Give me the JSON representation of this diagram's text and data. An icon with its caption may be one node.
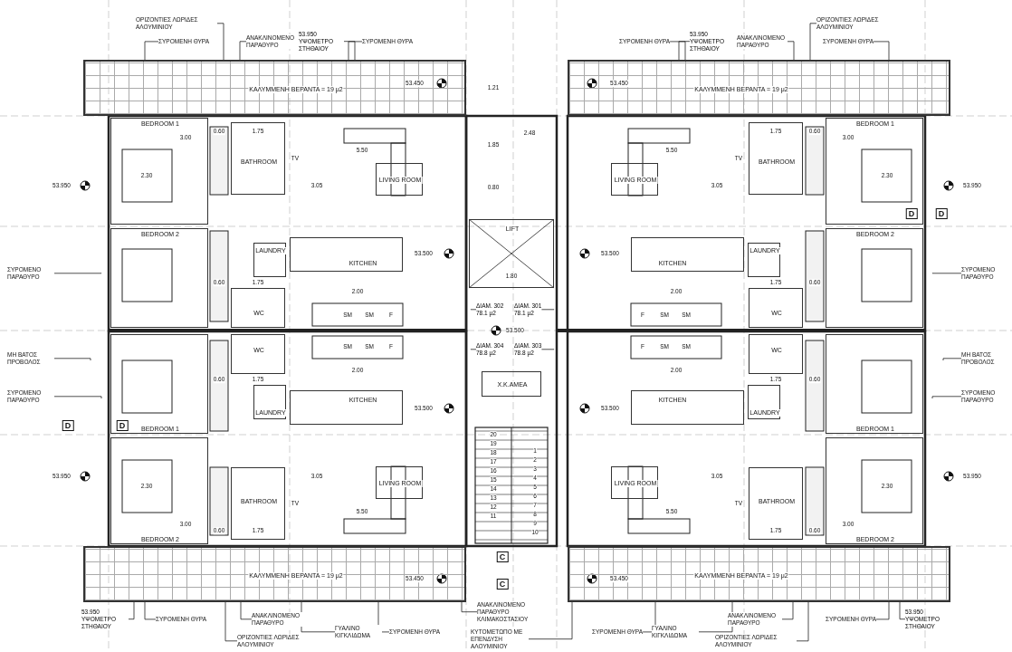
{
  "diagram": {
    "nodes": [
      {
        "text": [
          "ΚΑΛΥΜΜΕΝΗ ΒΕΡΑΝΤΑ = 19 μ2"
        ]
      },
      {
        "text": [
          "BEDROOM 1"
        ]
      },
      {
        "text": [
          "BATHROOM"
        ]
      },
      {
        "text": [
          "LIVING ROOM"
        ]
      },
      {
        "text": [
          "BEDROOM 2"
        ]
      },
      {
        "text": [
          "LAUNDRY"
        ]
      },
      {
        "text": [
          "WC"
        ]
      },
      {
        "text": [
          "KITCHEN"
        ]
      },
      {
        "text": [
          "ΟΡΙΖΟΝΤΙΕΣ ΛΩΡΙΔΕΣ ΑΛΟΥΜΙΝΙΟΥ"
        ]
      },
      {
        "text": [
          "ΣΥΡΟΜΕΝΗ ΘΥΡΑ"
        ]
      },
      {
        "text": [
          "ΑΝΑΚΛΙΝΟΜΕΝΟ ΠΑΡΑΘΥΡΟ"
        ]
      },
      {
        "text": [
          "53.950",
          "ΥΨΟΜΕΤΡΟ ΣΤΗΘΑΙΟΥ"
        ]
      },
      {
        "text": [
          "ΣΥΡΟΜΕΝΗ ΘΥΡΑ"
        ]
      },
      {
        "text": [
          "ΚΑΛΥΜΜΕΝΗ ΒΕΡΑΝΤΑ = 19 μ2"
        ]
      },
      {
        "text": [
          "BEDROOM 1"
        ]
      },
      {
        "text": [
          "BATHROOM"
        ]
      },
      {
        "text": [
          "LIVING ROOM"
        ]
      },
      {
        "text": [
          "BEDROOM 2"
        ]
      },
      {
        "text": [
          "LAUNDRY"
        ]
      },
      {
        "text": [
          "WC"
        ]
      },
      {
        "text": [
          "KITCHEN"
        ]
      },
      {
        "text": [
          "ΟΡΙΖΟΝΤΙΕΣ ΛΩΡΙΔΕΣ ΑΛΟΥΜΙΝΙΟΥ"
        ]
      },
      {
        "text": [
          "ΣΥΡΟΜΕΝΗ ΘΥΡΑ"
        ]
      },
      {
        "text": [
          "ΑΝΑΚΛΙΝΟΜΕΝΟ ΠΑΡΑΘΥΡΟ"
        ]
      },
      {
        "text": [
          "53.950",
          "ΥΨΟΜΕΤΡΟ ΣΤΗΘΑΙΟΥ"
        ]
      },
      {
        "text": [
          "ΣΥΡΟΜΕΝΗ ΘΥΡΑ"
        ]
      },
      {
        "text": [
          "ΚΑΛΥΜΜΕΝΗ ΒΕΡΑΝΤΑ = 19 μ2"
        ]
      },
      {
        "text": [
          "BEDROOM 2"
        ]
      },
      {
        "text": [
          "BATHROOM"
        ]
      },
      {
        "text": [
          "LIVING ROOM"
        ]
      },
      {
        "text": [
          "BEDROOM 1"
        ]
      },
      {
        "text": [
          "LAUNDRY"
        ]
      },
      {
        "text": [
          "WC"
        ]
      },
      {
        "text": [
          "KITCHEN"
        ]
      },
      {
        "text": [
          "ΣΥΡΟΜΕΝΗ ΘΥΡΑ"
        ]
      },
      {
        "text": [
          "ΑΝΑΚΛΙΝΟΜΕΝΟ ΠΑΡΑΘΥΡΟ"
        ]
      },
      {
        "text": [
          "53.950",
          "ΥΨΟΜΕΤΡΟ ΣΤΗΘΑΙΟΥ"
        ]
      },
      {
        "text": [
          "ΓΥΑΛΙΝΟ ΚΙΓΚΛΙΔΩΜΑ"
        ]
      },
      {
        "text": [
          "ΣΥΡΟΜΕΝΗ ΘΥΡΑ"
        ]
      },
      {
        "text": [
          "ΟΡΙΖΟΝΤΙΕΣ ΛΩΡΙΔΕΣ ΑΛΟΥΜΙΝΙΟΥ"
        ]
      },
      {
        "text": [
          "ΚΑΛΥΜΜΕΝΗ ΒΕΡΑΝΤΑ = 19 μ2"
        ]
      },
      {
        "text": [
          "BEDROOM 2"
        ]
      },
      {
        "text": [
          "BATHROOM"
        ]
      },
      {
        "text": [
          "LIVING ROOM"
        ]
      },
      {
        "text": [
          "BEDROOM 1"
        ]
      },
      {
        "text": [
          "LAUNDRY"
        ]
      },
      {
        "text": [
          "WC"
        ]
      },
      {
        "text": [
          "KITCHEN"
        ]
      },
      {
        "text": [
          "ΣΥΡΟΜΕΝΗ ΘΥΡΑ"
        ]
      },
      {
        "text": [
          "ΑΝΑΚΛΙΝΟΜΕΝΟ ΠΑΡΑΘΥΡΟ"
        ]
      },
      {
        "text": [
          "53.950",
          "ΥΨΟΜΕΤΡΟ ΣΤΗΘΑΙΟΥ"
        ]
      },
      {
        "text": [
          "ΓΥΑΛΙΝΟ ΚΙΓΚΛΙΔΩΜΑ"
        ]
      },
      {
        "text": [
          "ΣΥΡΟΜΕΝΗ ΘΥΡΑ"
        ]
      },
      {
        "text": [
          "ΟΡΙΖΟΝΤΙΕΣ ΛΩΡΙΔΕΣ ΑΛΟΥΜΙΝΙΟΥ"
        ]
      },
      {
        "text": [
          "LIFT"
        ]
      },
      {
        "text": [
          "Χ.Κ.ΑΜΕΑ"
        ]
      },
      {
        "text": [
          "ΔΙΑΜ. 302",
          "78.1 μ2"
        ]
      },
      {
        "text": [
          "ΔΙΑΜ. 301",
          "78.1 μ2"
        ]
      },
      {
        "text": [
          "ΔΙΑΜ. 304",
          "78.8 μ2"
        ]
      },
      {
        "text": [
          "ΔΙΑΜ. 303",
          "78.8 μ2"
        ]
      },
      {
        "text": [
          "ΣΥΡΟΜΕΝΟ ΠΑΡΑΘΥΡΟ"
        ]
      },
      {
        "text": [
          "ΜΗ ΒΑΤΟΣ ΠΡΟΒΟΛΟΣ"
        ]
      },
      {
        "text": [
          "ΣΥΡΟΜΕΝΟ ΠΑΡΑΘΥΡΟ"
        ]
      },
      {
        "text": [
          "ΣΥΡΟΜΕΝΟ ΠΑΡΑΘΥΡΟ"
        ]
      },
      {
        "text": [
          "ΜΗ ΒΑΤΟΣ ΠΡΟΒΟΛΟΣ"
        ]
      },
      {
        "text": [
          "ΣΥΡΟΜΕΝΟ ΠΑΡΑΘΥΡΟ"
        ]
      },
      {
        "text": [
          "ΑΝΑΚΛΙΝΟΜΕΝΟ ΠΑΡΑΘΥΡΟ ΚΛΙΜΑΚΟΣΤΑΣΙΟΥ"
        ]
      },
      {
        "text": [
          "ΚΥΤΟΜΕΤΩΠΟ ΜΕ ΕΠΕΝΔΥΣΗ ΑΛΟΥΜΙΝΙΟΥ"
        ]
      }
    ],
    "edges": [
      {
        "from": 8,
        "to": 0,
        "arrow": "none"
      },
      {
        "from": 9,
        "to": 0,
        "arrow": "none"
      },
      {
        "from": 10,
        "to": 0,
        "arrow": "none"
      },
      {
        "from": 11,
        "to": 0,
        "arrow": "none"
      },
      {
        "from": 12,
        "to": 0,
        "arrow": "none"
      },
      {
        "from": 21,
        "to": 13,
        "arrow": "none"
      },
      {
        "from": 22,
        "to": 13,
        "arrow": "none"
      },
      {
        "from": 23,
        "to": 13,
        "arrow": "none"
      },
      {
        "from": 24,
        "to": 13,
        "arrow": "none"
      },
      {
        "from": 25,
        "to": 13,
        "arrow": "none"
      },
      {
        "from": 34,
        "to": 26,
        "arrow": "none"
      },
      {
        "from": 35,
        "to": 26,
        "arrow": "none"
      },
      {
        "from": 36,
        "to": 26,
        "arrow": "none"
      },
      {
        "from": 37,
        "to": 26,
        "arrow": "none"
      },
      {
        "from": 38,
        "to": 26,
        "arrow": "none"
      },
      {
        "from": 39,
        "to": 26,
        "arrow": "none"
      },
      {
        "from": 48,
        "to": 40,
        "arrow": "none"
      },
      {
        "from": 49,
        "to": 40,
        "arrow": "none"
      },
      {
        "from": 50,
        "to": 40,
        "arrow": "none"
      },
      {
        "from": 51,
        "to": 40,
        "arrow": "none"
      },
      {
        "from": 52,
        "to": 40,
        "arrow": "none"
      },
      {
        "from": 53,
        "to": 40,
        "arrow": "none"
      },
      {
        "from": 56,
        "to": null,
        "arrow": "none"
      },
      {
        "from": 57,
        "to": null,
        "arrow": "none"
      },
      {
        "from": 58,
        "to": null,
        "arrow": "none"
      },
      {
        "from": 59,
        "to": null,
        "arrow": "none"
      },
      {
        "from": 60,
        "to": 4,
        "arrow": "none"
      },
      {
        "from": 61,
        "to": null,
        "arrow": "none"
      },
      {
        "from": 62,
        "to": 30,
        "arrow": "none"
      },
      {
        "from": 63,
        "to": 17,
        "arrow": "none"
      },
      {
        "from": 64,
        "to": null,
        "arrow": "none"
      },
      {
        "from": 65,
        "to": 44,
        "arrow": "none"
      },
      {
        "from": 66,
        "to": 26,
        "arrow": "none"
      },
      {
        "from": 67,
        "to": 40,
        "arrow": "none"
      }
    ],
    "labels": [
      "3.00",
      "0.60",
      "1.75",
      "2.30",
      "TV",
      "5.50",
      "3.05",
      "0.60",
      "1.75",
      "2.00",
      "F",
      "SM",
      "SM",
      "53.450",
      "53.500",
      "53.950",
      "3.00",
      "0.60",
      "1.75",
      "2.30",
      "TV",
      "5.50",
      "3.05",
      "0.60",
      "1.75",
      "2.00",
      "F",
      "SM",
      "SM",
      "53.450",
      "53.500",
      "53.950",
      "3.00",
      "0.60",
      "1.75",
      "2.30",
      "TV",
      "5.50",
      "3.05",
      "0.60",
      "1.75",
      "2.00",
      "F",
      "SM",
      "SM",
      "53.450",
      "53.500",
      "53.950",
      "3.00",
      "0.60",
      "1.75",
      "2.30",
      "TV",
      "5.50",
      "3.05",
      "0.60",
      "1.75",
      "2.00",
      "F",
      "SM",
      "SM",
      "53.450",
      "53.500",
      "53.950",
      "1.21",
      "1.85",
      "0.80",
      "2.48",
      "1.80",
      "53.500",
      "20",
      "19",
      "18",
      "17",
      "16",
      "15",
      "14",
      "13",
      "12",
      "11",
      "1",
      "2",
      "3",
      "4",
      "5",
      "6",
      "7",
      "8",
      "9",
      "10",
      "D",
      "D",
      "D",
      "D",
      "C",
      "C"
    ]
  }
}
